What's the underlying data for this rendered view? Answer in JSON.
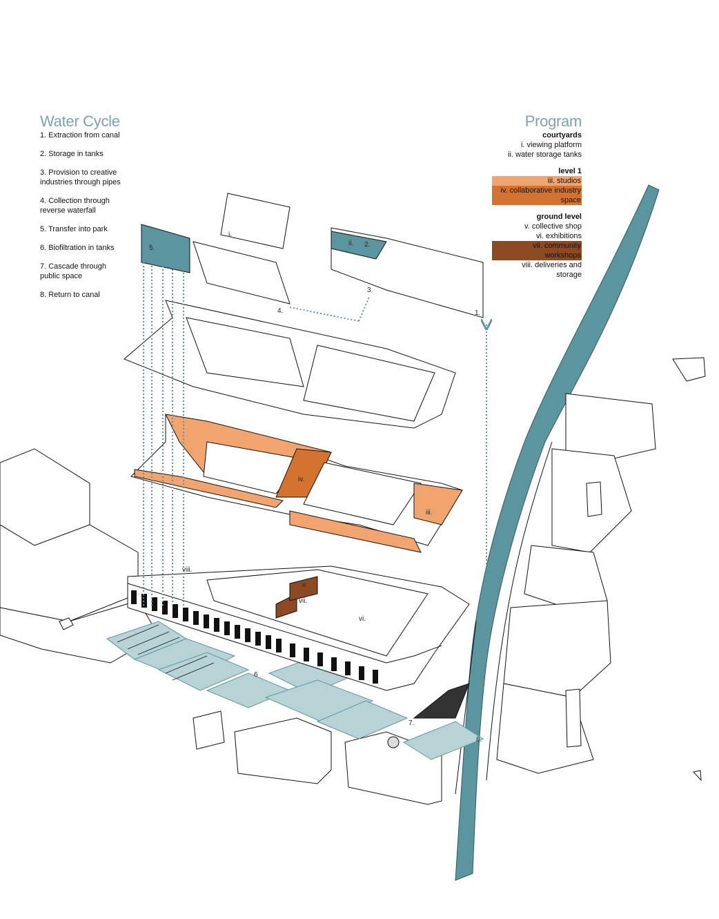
{
  "water_cycle": {
    "heading": "Water Cycle",
    "steps": [
      "1. Extraction from canal",
      "2. Storage in tanks",
      "3. Provision to creative\nindustries through pipes",
      "4. Collection through\nreverse waterfall",
      "5. Transfer into park",
      "6. Biofiltration in tanks",
      "7. Cascade through\npublic space",
      "8. Return to canal"
    ]
  },
  "program": {
    "heading": "Program",
    "groups": [
      {
        "title": "courtyards",
        "items": [
          {
            "text": "i. viewing platform",
            "swatch": ""
          },
          {
            "text": "ii. water storage tanks",
            "swatch": ""
          }
        ]
      },
      {
        "title": "level 1",
        "items": [
          {
            "text": "iii. studios",
            "swatch": "#f2a46e"
          },
          {
            "text": "iv. collaborative industry\nspace",
            "swatch": "#d3732f"
          }
        ]
      },
      {
        "title": "ground level",
        "items": [
          {
            "text": "v. collective shop",
            "swatch": ""
          },
          {
            "text": "vi. exhibitions",
            "swatch": ""
          },
          {
            "text": "vii. community\nworkshops",
            "swatch": "#8c4a22"
          },
          {
            "text": "viii. deliveries and\nstorage",
            "swatch": ""
          }
        ]
      }
    ]
  },
  "diagram_labels": {
    "step_numbers": [
      "1.",
      "2.",
      "3.",
      "4.",
      "5.",
      "6",
      "7.",
      "8."
    ],
    "roman": [
      "i.",
      "ii.",
      "iii.",
      "iv.",
      "v.",
      "vi.",
      "vii.",
      "viii."
    ]
  },
  "colors": {
    "water": "#5b96a0",
    "water_light": "#b8d3d6",
    "heading": "#7ea3ad",
    "studios": "#f2a46e",
    "collaborative": "#d3732f",
    "workshops": "#8c4a22",
    "line": "#111111"
  }
}
